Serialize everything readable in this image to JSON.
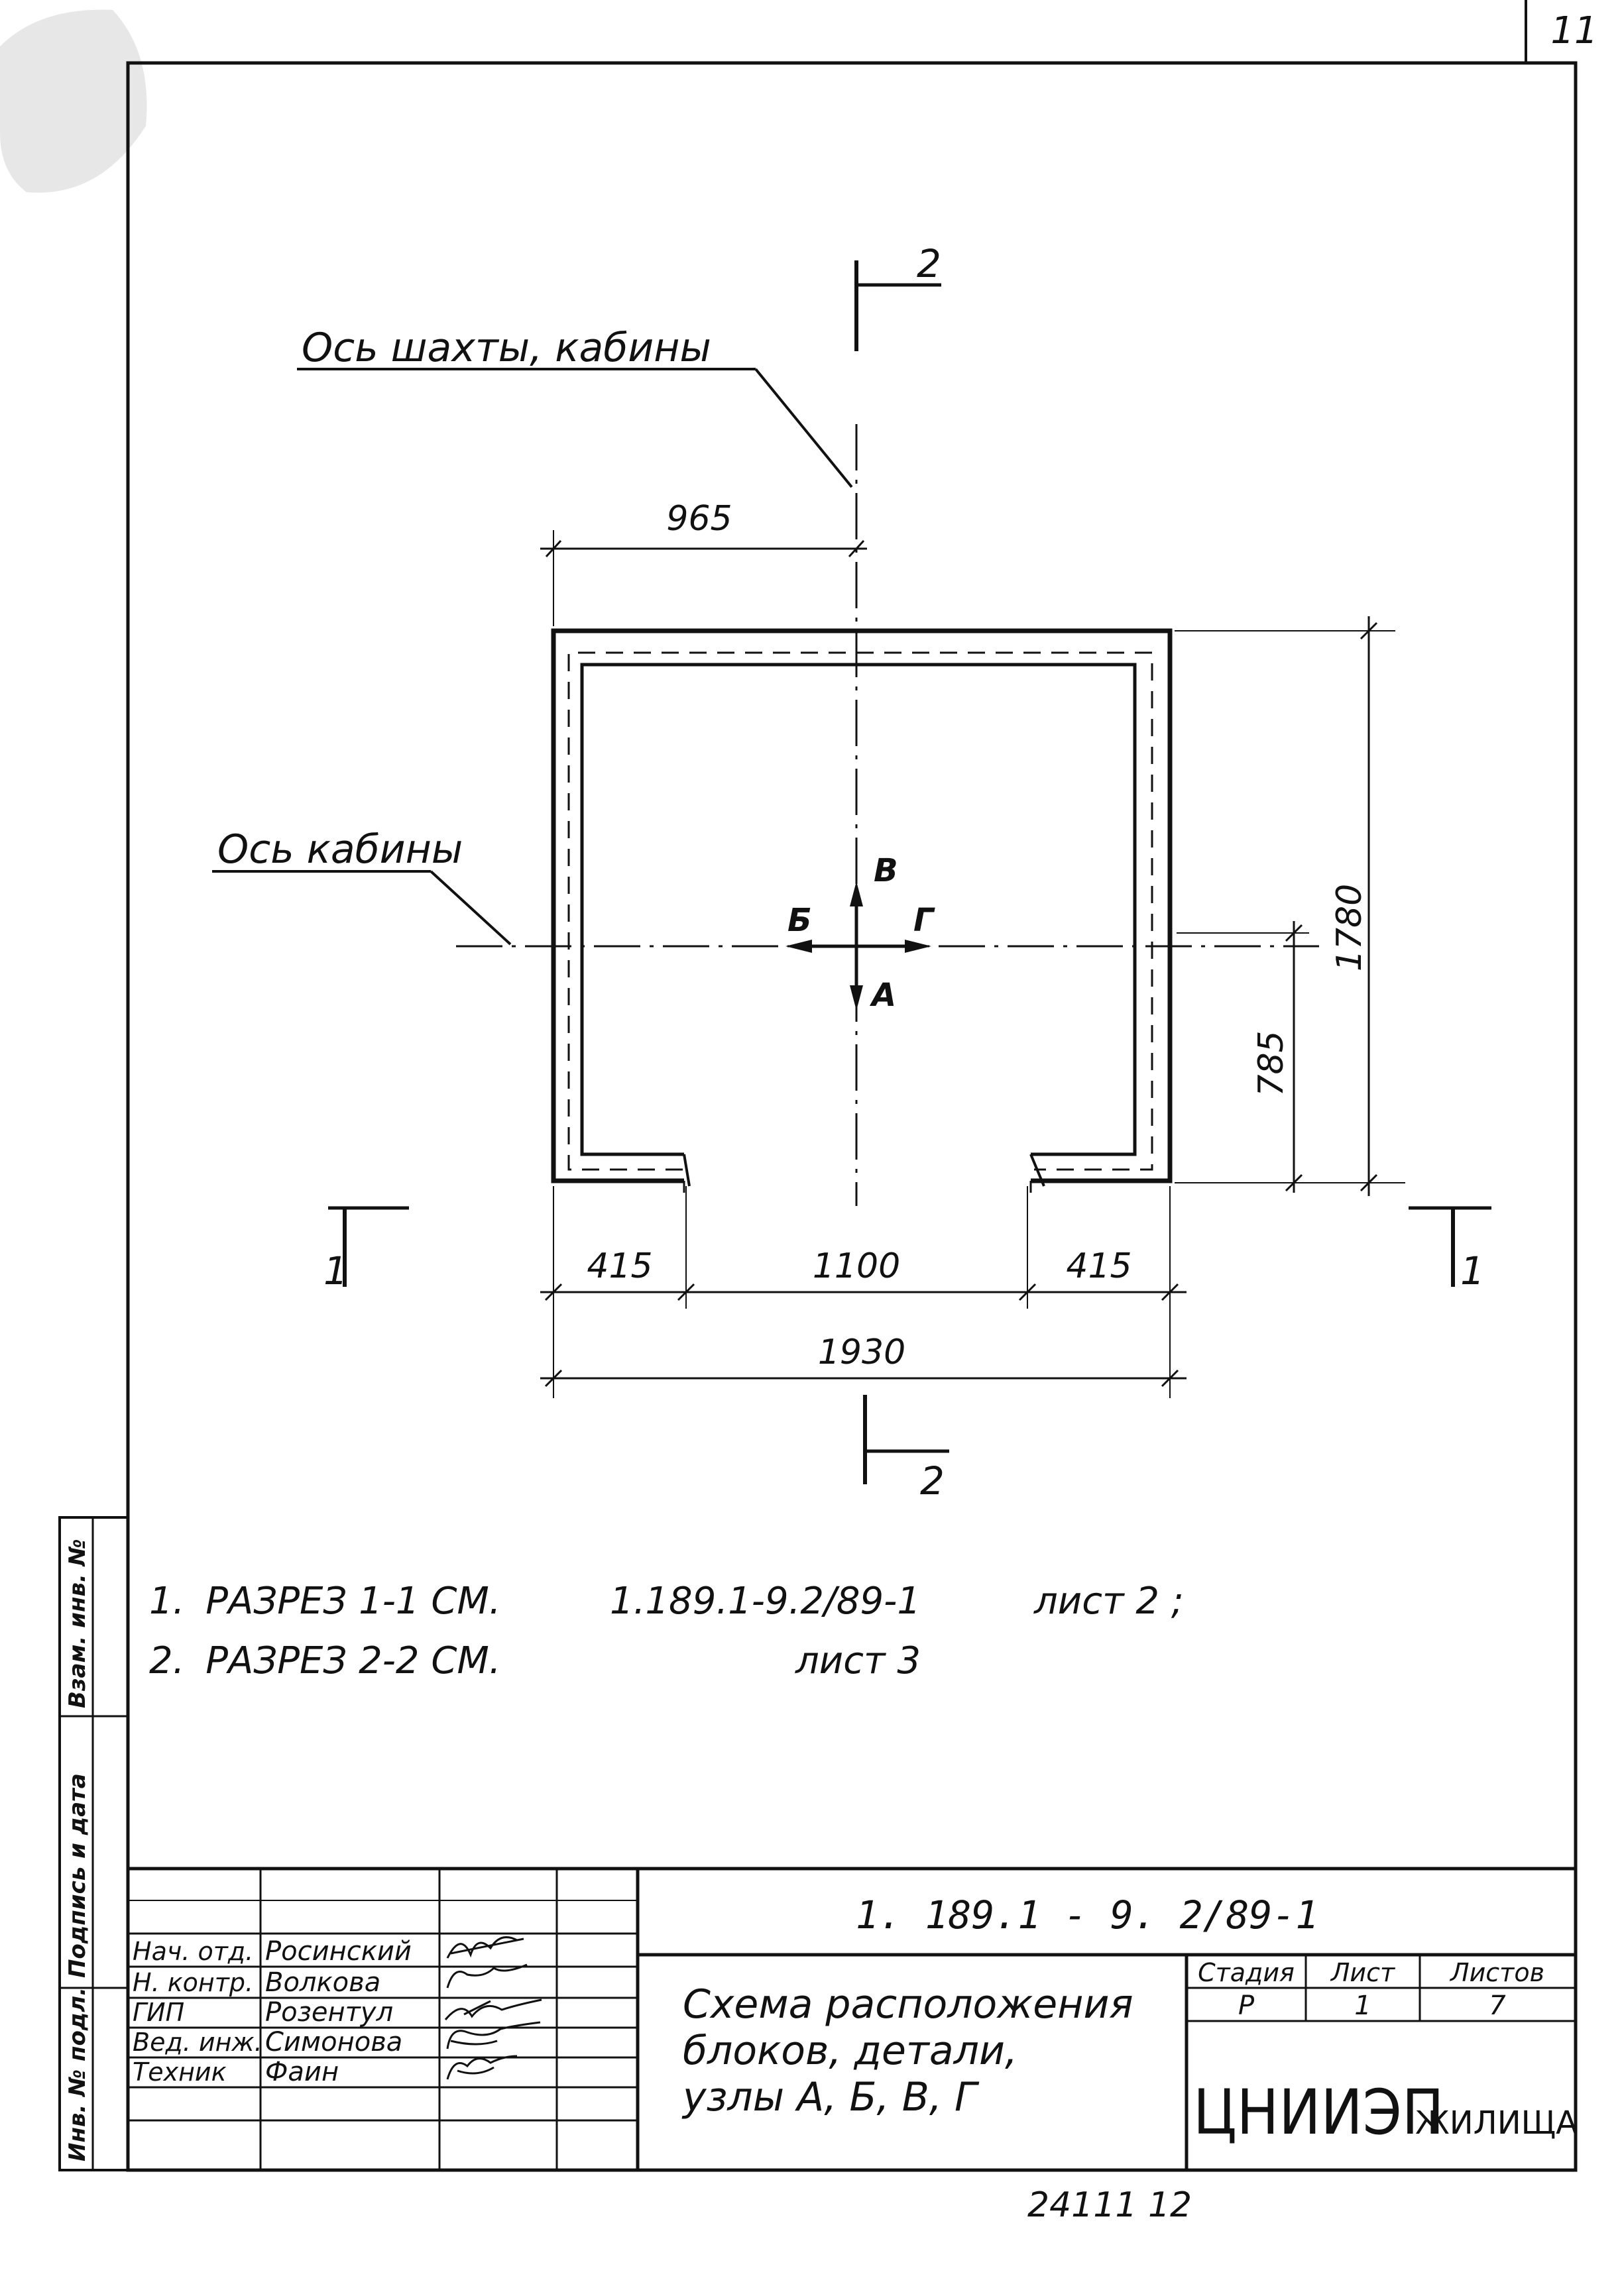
{
  "sheet": {
    "corner_number": "11",
    "bottom_numbers": "24111   12"
  },
  "drawing": {
    "section_label_1": "1",
    "section_label_2": "2",
    "axis_shaft_cabin": "Ось шахты, кабины",
    "axis_cabin": "Ось кабины",
    "dim_965": "965",
    "dim_1780": "1780",
    "dim_785": "785",
    "dim_415_left": "415",
    "dim_1100": "1100",
    "dim_415_right": "415",
    "dim_1930": "1930",
    "dir_v": "В",
    "dir_b": "Б",
    "dir_g": "Г",
    "dir_a": "А"
  },
  "notes": [
    {
      "n": "1.",
      "part1": "РАЗРЕЗ   1-1   СМ.",
      "part2": "1.189.1-9.2/89-1",
      "part3": "лист 2 ;"
    },
    {
      "n": "2.",
      "part1": "РАЗРЕЗ   2-2   СМ.",
      "part2": "",
      "part3": "лист 3"
    }
  ],
  "left_strip": {
    "cell_1": "Инв. № подл.",
    "cell_2": "Подпись и дата",
    "cell_3": "Взам. инв. №"
  },
  "title_block": {
    "doc_code": "1. 189.1 - 9. 2/89-1",
    "title_line1": "Схема расположения",
    "title_line2": "блоков, детали,",
    "title_line3": "узлы А, Б, В, Г",
    "stage_header": "Стадия",
    "sheet_header": "Лист",
    "sheets_header": "Листов",
    "stage_value": "Р",
    "sheet_value": "1",
    "sheets_value": "7",
    "org_main": "ЦНИИЭП",
    "org_sub": "ЖИЛИЩА",
    "roles": [
      {
        "role": "Нач. отд.",
        "name": "Росинский"
      },
      {
        "role": "Н. контр.",
        "name": "Волкова"
      },
      {
        "role": "ГИП",
        "name": "Розентул"
      },
      {
        "role": "Вед. инж.",
        "name": "Симонова"
      },
      {
        "role": "Техник",
        "name": "Фаин"
      }
    ]
  }
}
